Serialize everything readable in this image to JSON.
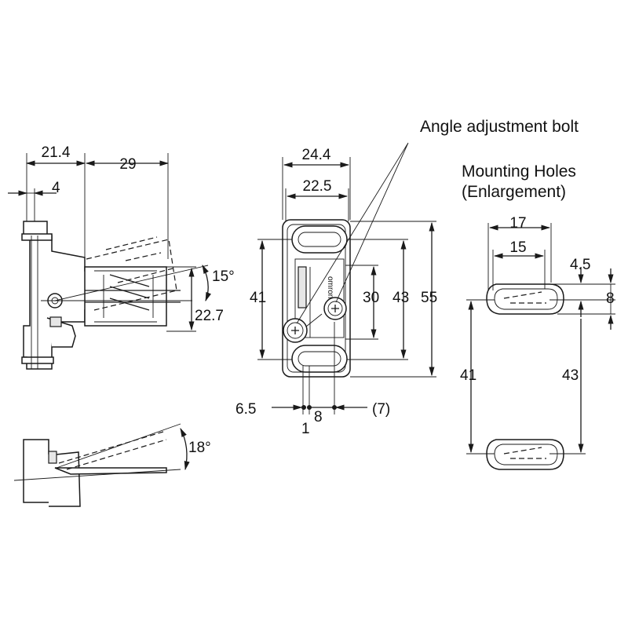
{
  "callouts": {
    "angle_bolt": "Angle adjustment bolt",
    "mounting_holes_line1": "Mounting Holes",
    "mounting_holes_line2": "(Enlargement)",
    "brand": "omron"
  },
  "side_view": {
    "width_total": "21.4",
    "width_offset": "4",
    "arm_length": "29",
    "arm_height": "22.7",
    "arm_angle": "15°"
  },
  "bottom_view": {
    "tilt_angle": "18°"
  },
  "front_view": {
    "outer_width": "24.4",
    "inner_width": "22.5",
    "height_41": "41",
    "height_30": "30",
    "height_43": "43",
    "height_55": "55",
    "offset_left": "6.5",
    "offset_1": "1",
    "offset_8": "8",
    "offset_right": "(7)"
  },
  "holes_view": {
    "outer_length": "17",
    "inner_length": "15",
    "offset_45": "4.5",
    "height_8": "8",
    "pitch_41": "41",
    "pitch_43": "43"
  }
}
